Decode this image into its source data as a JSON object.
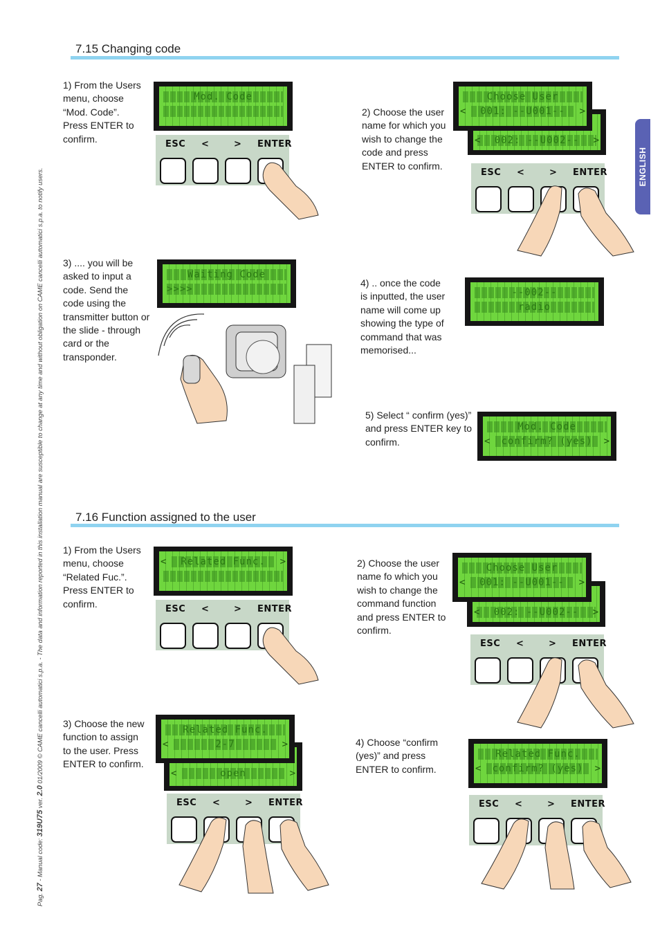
{
  "side_tab": "ENGLISH",
  "footer": {
    "page_label": "Pag.",
    "page_number": "27",
    "manual_code_label": "- Manual code:",
    "manual_code": "319U75",
    "version_label": "ver.",
    "version": "2.0",
    "date": "01/2009",
    "disclaimer": "© CAME cancelli automatici s.p.a. - The data and information reported in this installation manual are susceptible to change at any time and without obligation on CAME cancelli automatici s.p.a. to notify users."
  },
  "keypad": {
    "esc": "ESC",
    "left": "<",
    "right": ">",
    "enter": "ENTER"
  },
  "section_715": {
    "title": "7.15 Changing code",
    "step1": {
      "text": "1) From the Users menu, choose “Mod. Code”. Press ENTER to confirm.",
      "lcd1": "Mod. Code",
      "lcd2": ""
    },
    "step2": {
      "text": "2) Choose the user name for which you wish to change the code and press ENTER to confirm.",
      "front1": "Choose User",
      "front2": "001: --U001--",
      "back2": "002: --U002--"
    },
    "step3": {
      "text": "3) .... you will be asked to input a code. Send the code using the transmitter button or the slide - through card or the transponder.",
      "lcd1": "Waiting Code",
      "lcd2": ">>>>"
    },
    "step4": {
      "text": "4) .. once the code is inputted, the user name will come up showing the type of command that was memorised...",
      "lcd1": "--002--",
      "lcd2": "radio"
    },
    "step5": {
      "text": "5) Select “ confirm (yes)” and press ENTER key to confirm.",
      "lcd1": "Mod. Code",
      "lcd2": "confirm? (yes)"
    }
  },
  "section_716": {
    "title": "7.16 Function assigned to the user",
    "step1": {
      "text": "1) From the Users menu, choose “Related Fuc.”. Press ENTER to confirm.",
      "lcd1": "Related Func.",
      "lcd2": ""
    },
    "step2": {
      "text": "2) Choose the user name fo which you wish to change the command function and press ENTER to confirm.",
      "front1": "Choose User",
      "front2": "001: --U001--",
      "back2": "002: --U002--"
    },
    "step3": {
      "text": "3) Choose the new function to assign to the user. Press ENTER to confirm.",
      "front1": "Related Func.",
      "front2": "2-7",
      "back2": "open"
    },
    "step4": {
      "text": "4) Choose “confirm (yes)” and press ENTER to confirm.",
      "lcd1": "Related Func.",
      "lcd2": "confirm? (yes)"
    }
  },
  "colors": {
    "section_bar": "#8fd3f0",
    "lcd_green": "#6fd63e",
    "side_tab": "#5a62b4",
    "keypad_bg": "#c8d8c8"
  }
}
